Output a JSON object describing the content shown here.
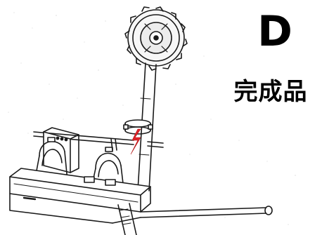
{
  "label": {
    "letter": "D",
    "caption": "完成品"
  },
  "colors": {
    "ink": "#1a1a1a",
    "accent": "#e0242a",
    "paper": "#ffffff"
  },
  "illustration": {
    "icon": "pipe-fusion-machine-sketch"
  }
}
